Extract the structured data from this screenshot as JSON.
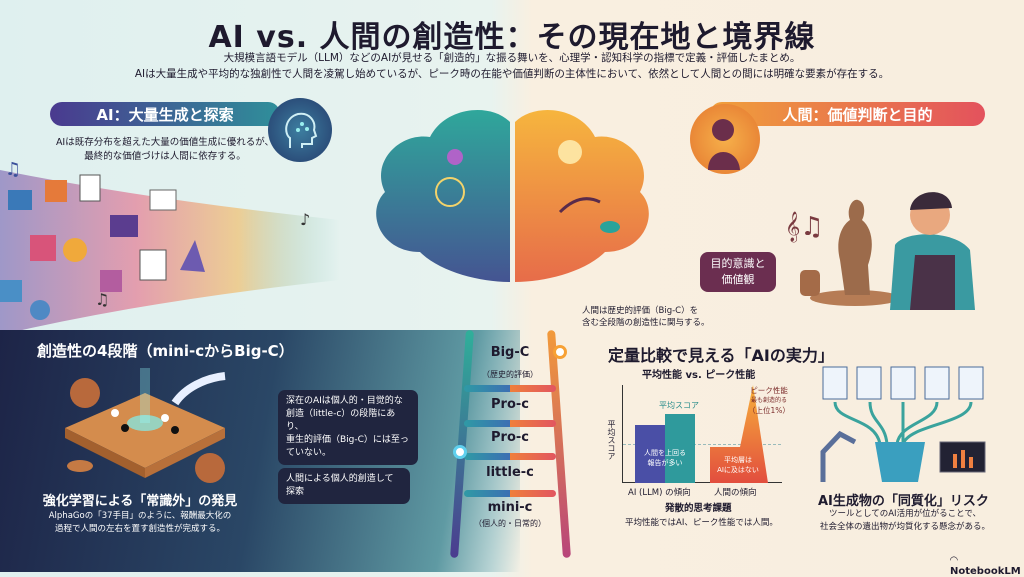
{
  "title": "AI vs. 人間の創造性：その現在地と境界線",
  "subtitle": [
    "大規模言語モデル（LLM）などのAIが見せる「創造的」な振る舞いを、心理学・認知科学の指標で定義・評価したまとめ。",
    "AIは大量生成や平均的な独創性で人間を凌駕し始めているが、ピーク時の在能や価値判断の主体性において、依然として人間との間には明確な要素が存在する。"
  ],
  "ai": {
    "banner": "AI：大量生成と探索",
    "desc": [
      "AIは既存分布を超えた大量の価値生成に優れるが、",
      "最終的な価値づけは人間に依存する。"
    ]
  },
  "human": {
    "banner": "人間：価値判断と目的",
    "bubble": [
      "目的意識と",
      "価値観"
    ],
    "note": [
      "人間は歴史的評価（Big-C）を",
      "含む全段階の創造性に関与する。"
    ]
  },
  "stages": {
    "heading": "創造性の4段階（mini-cからBig-C）",
    "levels": [
      {
        "label": "Big-C",
        "sub": "（歴史的評価）"
      },
      {
        "label": "Pro-c"
      },
      {
        "label": "Pro-c"
      },
      {
        "label": "little-c"
      },
      {
        "label": "mini-c",
        "sub": "（個人的・日常的）"
      }
    ],
    "callout1": [
      "深在のAIは個人的・目觉的な",
      "創造（little-c）の段階にあり、",
      "重生的評価（Big-C）には至っ",
      "ていない。"
    ],
    "callout2": "人間による個人的創造して探索"
  },
  "alphago": {
    "heading": "強化学習による「常識外」の発見",
    "desc": [
      "AlphaGoの「37手目」のように、報酬最大化の",
      "過程で人間の左右を置す創造性が完成する。"
    ]
  },
  "compare": {
    "heading": "定量比較で見える「AIの実力」",
    "chart_title": "平均性能 vs. ピーク性能",
    "ylabel": "平均スコア",
    "avg_label": "平均スコア",
    "peak_label": [
      "ピーク性能",
      "最も創造的る",
      "（上位1%）"
    ],
    "ai_note": [
      "人間を上回る",
      "報告が多い"
    ],
    "human_note": [
      "平均層は",
      "AIに及はない"
    ],
    "categories": [
      "AI (LLM) の傾向",
      "人間の傾向"
    ],
    "xlabel": "発散的思考課題",
    "caption": "平均性能ではAI、ピーク性能では人間。"
  },
  "homog": {
    "heading": "AI生成物の「同質化」リスク",
    "desc": [
      "ツールとしてのAI活用が位がることで、",
      "社会全体の遺出物が均質化する懸念がある。"
    ]
  },
  "brand": "NotebookLM",
  "colors": {
    "ai": "#3b4f9a",
    "human": "#ef7f3b",
    "panel": "#1d2447"
  }
}
